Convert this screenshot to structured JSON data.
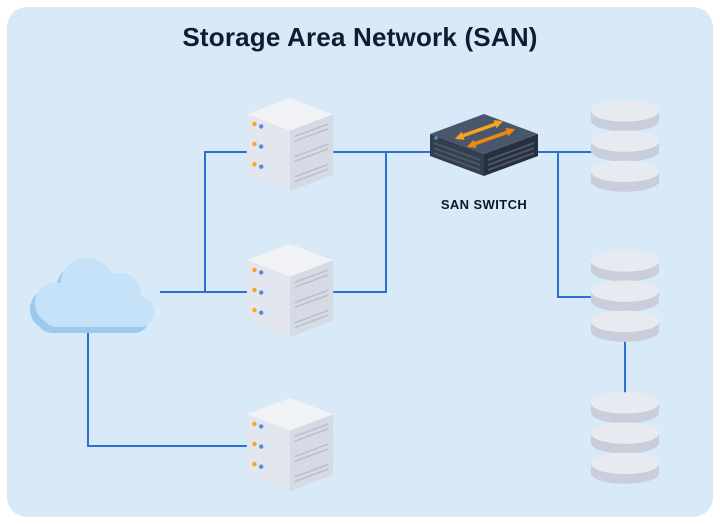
{
  "title": "Storage Area Network (SAN)",
  "nodes": [
    {
      "id": "cloud",
      "icon": "cloud-icon",
      "label": ""
    },
    {
      "id": "server-1",
      "icon": "server-icon",
      "label": ""
    },
    {
      "id": "server-2",
      "icon": "server-icon",
      "label": ""
    },
    {
      "id": "server-3",
      "icon": "server-icon",
      "label": ""
    },
    {
      "id": "san-switch",
      "icon": "network-switch-icon",
      "label": "SAN SWITCH"
    },
    {
      "id": "disk-1",
      "icon": "database-disk-icon",
      "label": ""
    },
    {
      "id": "disk-2",
      "icon": "database-disk-icon",
      "label": ""
    },
    {
      "id": "disk-3",
      "icon": "database-disk-icon",
      "label": ""
    }
  ],
  "connections": [
    {
      "from": "cloud",
      "to": "server-1"
    },
    {
      "from": "cloud",
      "to": "server-2"
    },
    {
      "from": "cloud",
      "to": "server-3"
    },
    {
      "from": "server-1",
      "to": "san-switch"
    },
    {
      "from": "server-2",
      "to": "san-switch"
    },
    {
      "from": "san-switch",
      "to": "disk-1"
    },
    {
      "from": "san-switch",
      "to": "disk-2"
    },
    {
      "from": "disk-2",
      "to": "disk-3"
    }
  ],
  "colors": {
    "card_bg": "#d8eaf7",
    "title_text": "#101c30",
    "label_text": "#101828",
    "line": "#2e6fd3",
    "cloud_main": "#c5e2f8",
    "cloud_shadow": "#9ccaef",
    "server_top": "#f0f2f6",
    "server_left": "#e3e6ee",
    "server_right": "#d6dae5",
    "vent": "#b9bfce",
    "dot_orange": "#f6a821",
    "dot_blue": "#4e8fd9",
    "switch_top": "#49566c",
    "switch_left": "#333d4e",
    "switch_right": "#272f3d",
    "switch_vent": "#4a5568",
    "arrow_a": "#f5a61d",
    "arrow_b": "#f0890f",
    "disk_body": "#c9cedb",
    "disk_top": "#e8eaf1"
  }
}
